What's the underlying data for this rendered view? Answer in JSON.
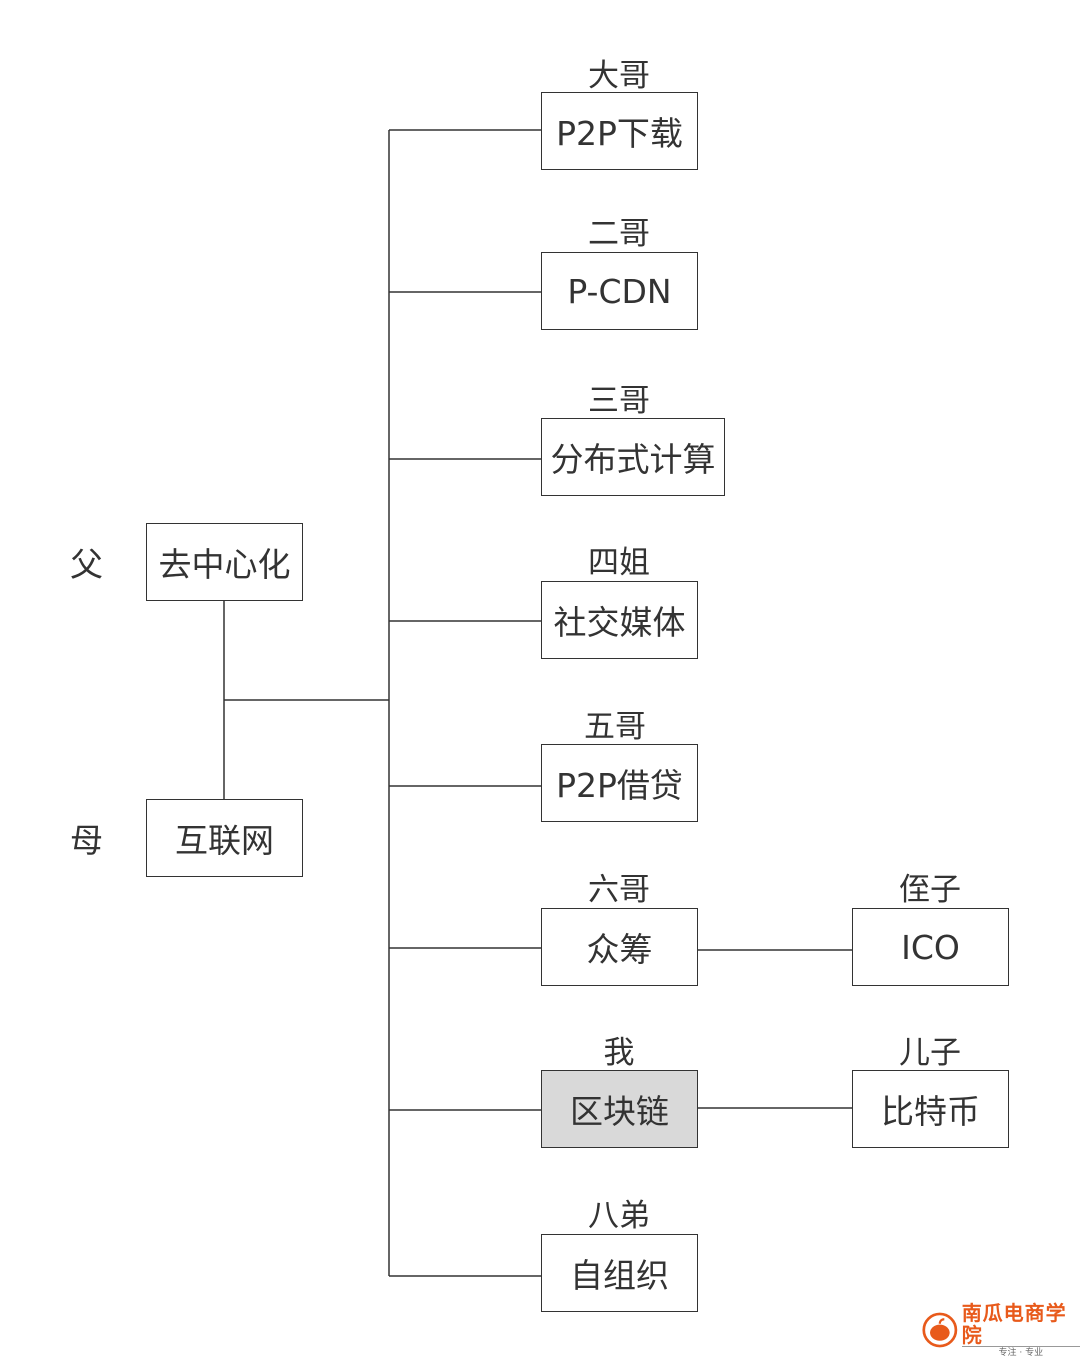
{
  "parents": {
    "father": {
      "role": "父",
      "name": "去中心化"
    },
    "mother": {
      "role": "母",
      "name": "互联网"
    }
  },
  "children": [
    {
      "role": "大哥",
      "name": "P2P下载"
    },
    {
      "role": "二哥",
      "name": "P-CDN"
    },
    {
      "role": "三哥",
      "name": "分布式计算"
    },
    {
      "role": "四姐",
      "name": "社交媒体"
    },
    {
      "role": "五哥",
      "name": "P2P借贷"
    },
    {
      "role": "六哥",
      "name": "众筹"
    },
    {
      "role": "我",
      "name": "区块链",
      "highlighted": true
    },
    {
      "role": "八弟",
      "name": "自组织"
    }
  ],
  "grandchildren": [
    {
      "role": "侄子",
      "name": "ICO",
      "parent": "众筹"
    },
    {
      "role": "儿子",
      "name": "比特币",
      "parent": "区块链"
    }
  ],
  "colors": {
    "line": "#333333",
    "highlight_fill": "#d9d9d9",
    "logo": "#e85a1b"
  },
  "logo": {
    "name": "南瓜电商学院",
    "tagline": "专注 · 专业",
    "icon": "pumpkin-logo-icon"
  }
}
